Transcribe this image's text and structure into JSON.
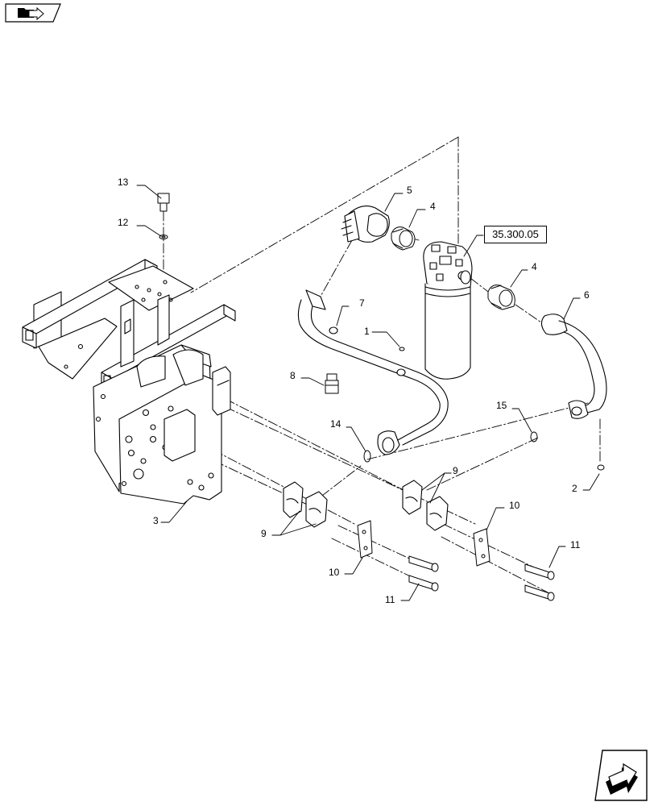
{
  "callouts": [
    {
      "id": "13",
      "label": "13"
    },
    {
      "id": "12",
      "label": "12"
    },
    {
      "id": "5",
      "label": "5"
    },
    {
      "id": "4a",
      "label": "4"
    },
    {
      "id": "4b",
      "label": "4"
    },
    {
      "id": "6",
      "label": "6"
    },
    {
      "id": "7",
      "label": "7"
    },
    {
      "id": "1",
      "label": "1"
    },
    {
      "id": "8",
      "label": "8"
    },
    {
      "id": "14",
      "label": "14"
    },
    {
      "id": "15",
      "label": "15"
    },
    {
      "id": "9a",
      "label": "9"
    },
    {
      "id": "9b",
      "label": "9"
    },
    {
      "id": "10a",
      "label": "10"
    },
    {
      "id": "10b",
      "label": "10"
    },
    {
      "id": "11a",
      "label": "11"
    },
    {
      "id": "11b",
      "label": "11"
    },
    {
      "id": "2",
      "label": "2"
    },
    {
      "id": "3",
      "label": "3"
    }
  ],
  "reference": {
    "label": "35.300.05"
  },
  "icons": {
    "top": "folder-arrow-icon",
    "bottom": "next-page-arrow-icon"
  }
}
